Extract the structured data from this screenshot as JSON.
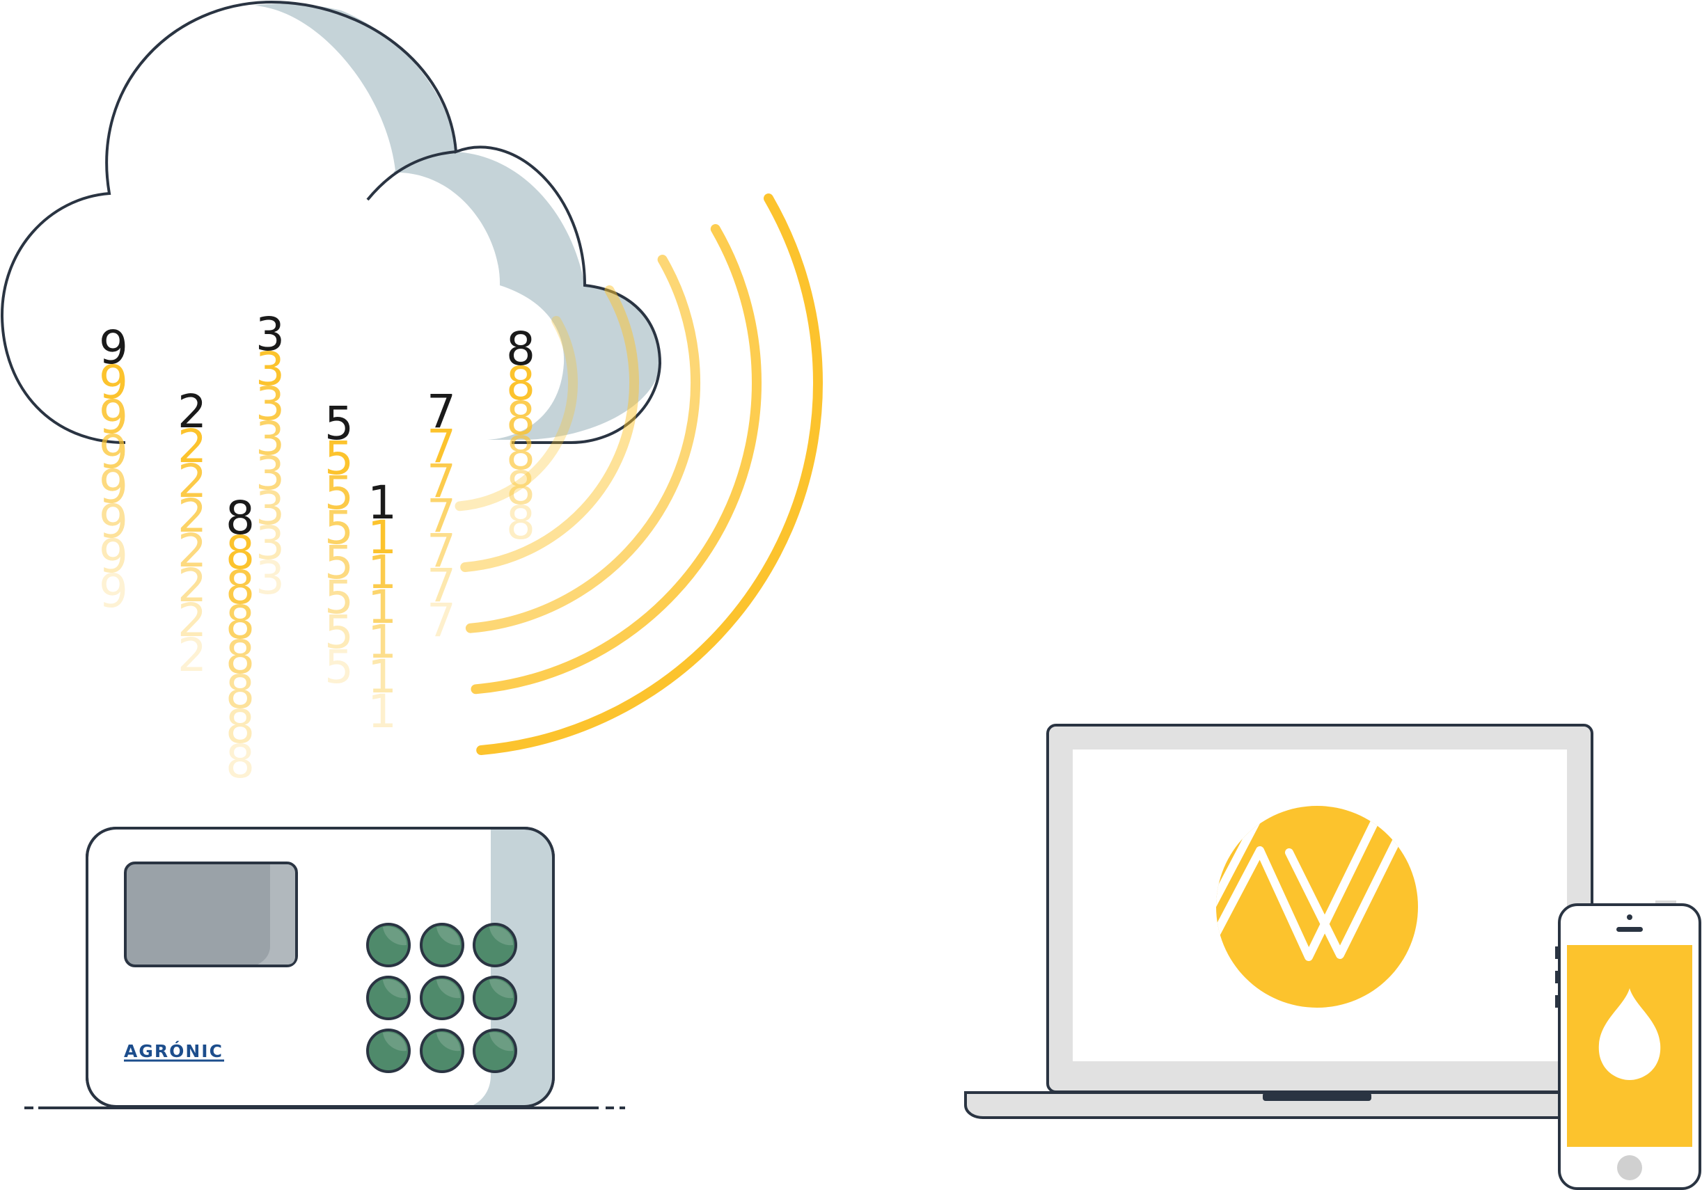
{
  "digit_columns": [
    {
      "digit": "9",
      "stack": 7
    },
    {
      "digit": "2",
      "stack": 7
    },
    {
      "digit": "8",
      "stack": 7
    },
    {
      "digit": "3",
      "stack": 7
    },
    {
      "digit": "5",
      "stack": 7
    },
    {
      "digit": "1",
      "stack": 6
    },
    {
      "digit": "7",
      "stack": 6
    },
    {
      "digit": "8",
      "stack": 5
    }
  ],
  "controller": {
    "brand": "AGRÓNIC",
    "keypad_buttons": 9
  },
  "signal": {
    "arcs": 6
  },
  "colors": {
    "outline": "#2a3442",
    "cloud_shadow": "#c5d3d8",
    "accent_yellow": "#fcc32d",
    "digit_dark": "#1a1a1a",
    "button_green": "#4f8a6b",
    "screen_gray": "#9aa2a8",
    "brand_blue": "#1c4d8c",
    "device_gray": "#e1e1e1"
  },
  "icons": {
    "cloud": "cloud-icon",
    "wifi": "wireless-signal-icon",
    "app_logo": "aw-logo-icon",
    "phone_app": "water-drop-icon"
  }
}
